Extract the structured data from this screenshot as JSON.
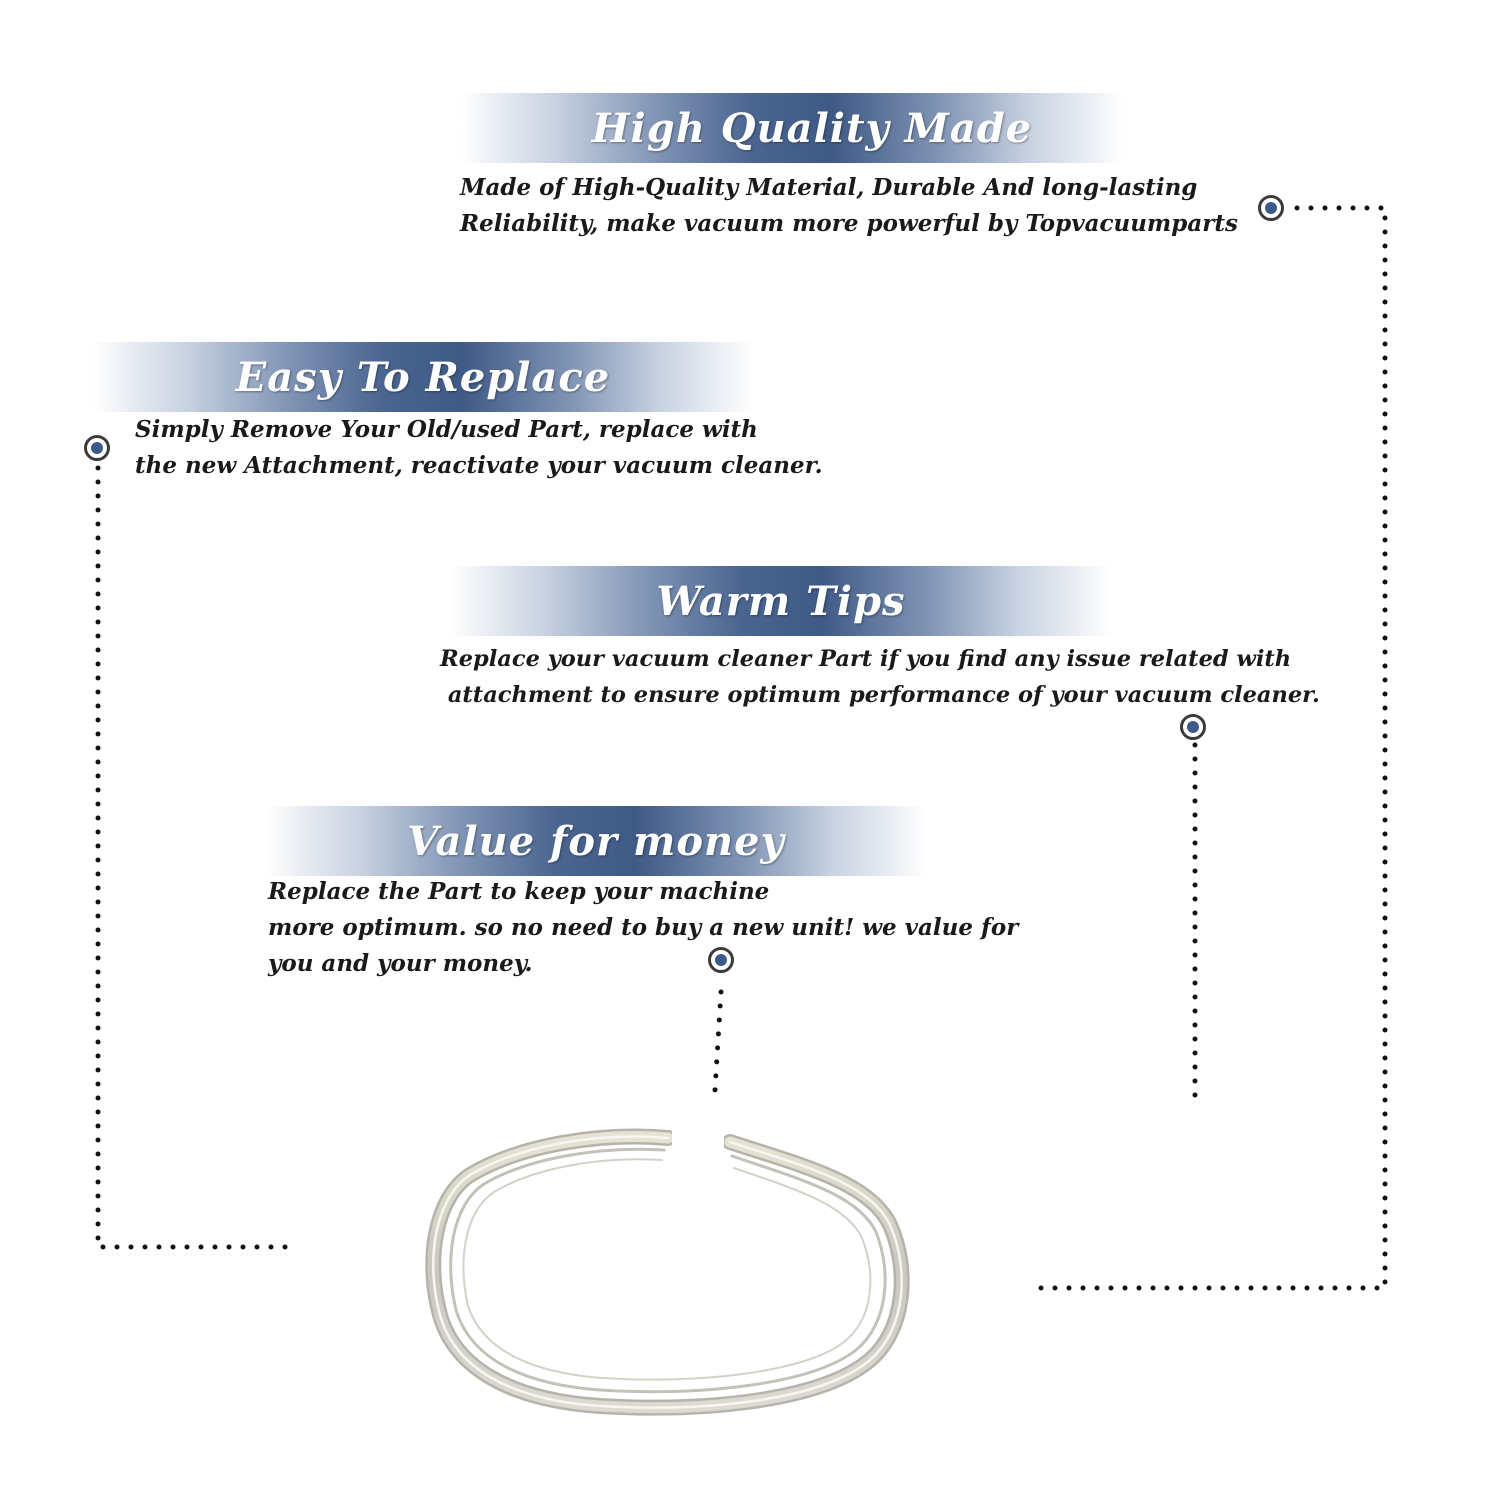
{
  "sections": [
    {
      "title": "High Quality Made",
      "lines": [
        "Made of  High-Quality Material, Durable And long-lasting",
        "Reliability, make vacuum more powerful by Topvacuumparts"
      ]
    },
    {
      "title": "Easy To Replace",
      "lines": [
        "Simply Remove Your Old/used Part, replace with",
        "the new Attachment, reactivate your vacuum cleaner."
      ]
    },
    {
      "title": "Warm Tips",
      "lines": [
        "Replace your vacuum cleaner Part if you find any issue related with",
        " attachment to ensure optimum performance of your vacuum cleaner."
      ]
    },
    {
      "title": "Value for money",
      "lines": [
        "Replace the Part to keep your machine",
        "more optimum. so no need to buy a new unit! we value for",
        "you and your money."
      ]
    }
  ],
  "colors": {
    "banner_blue": "#3f5a86",
    "marker_blue": "#3f5a8a",
    "text": "#1a1a1a"
  },
  "icons": {
    "marker": "bullet-target-icon",
    "product": "belt-ring-icon"
  }
}
